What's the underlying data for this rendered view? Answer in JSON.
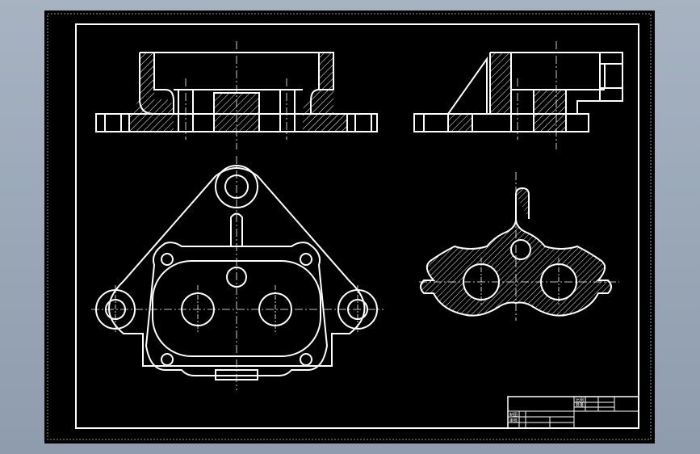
{
  "drawing": {
    "background_color": "#000000",
    "line_color": "#ffffff",
    "frame_color": "#ffffff",
    "outer_border_color": "#8f8f8f"
  },
  "title_block": {
    "cells": [
      "比例",
      "数量",
      "制图",
      "审核"
    ]
  }
}
